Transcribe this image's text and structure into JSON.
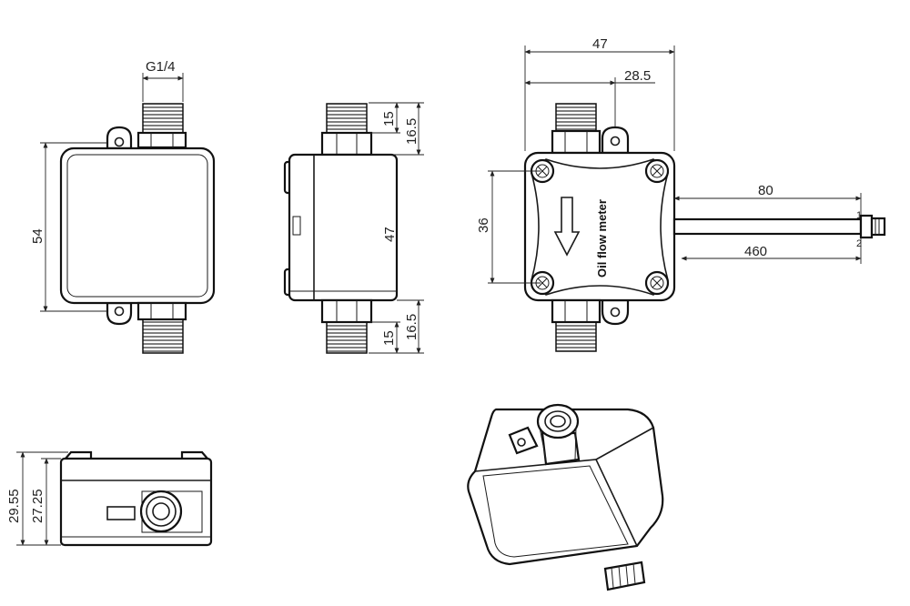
{
  "views": {
    "front": {
      "thread_label": "G1/4",
      "height_label": "54"
    },
    "side": {
      "top_a": "15",
      "top_b": "16.5",
      "height": "47",
      "bottom_a": "15",
      "bottom_b": "16.5"
    },
    "top": {
      "width": "47",
      "offset": "28.5",
      "bolt_spacing": "36",
      "probe_length": "80",
      "probe_length_2": "460",
      "probe_mark_1": "1",
      "probe_mark_2": "2",
      "product_text": "Oil flow meter"
    },
    "bottom": {
      "height_a": "29.55",
      "height_b": "27.25"
    }
  }
}
